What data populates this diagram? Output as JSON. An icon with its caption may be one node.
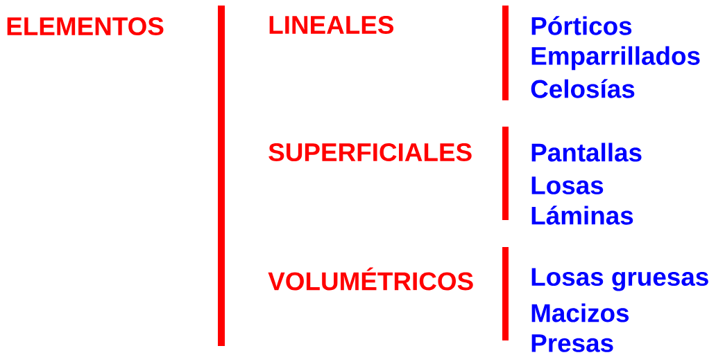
{
  "diagram": {
    "labels": [
      "ELEMENTOS",
      "LINEALES",
      "Pórticos",
      "Emparrillados",
      "Celosías",
      "SUPERFICIALES",
      "Pantallas",
      "Losas",
      "Láminas",
      "VOLUMÉTRICOS",
      "Losas gruesas",
      "Macizos",
      "Presas"
    ]
  }
}
